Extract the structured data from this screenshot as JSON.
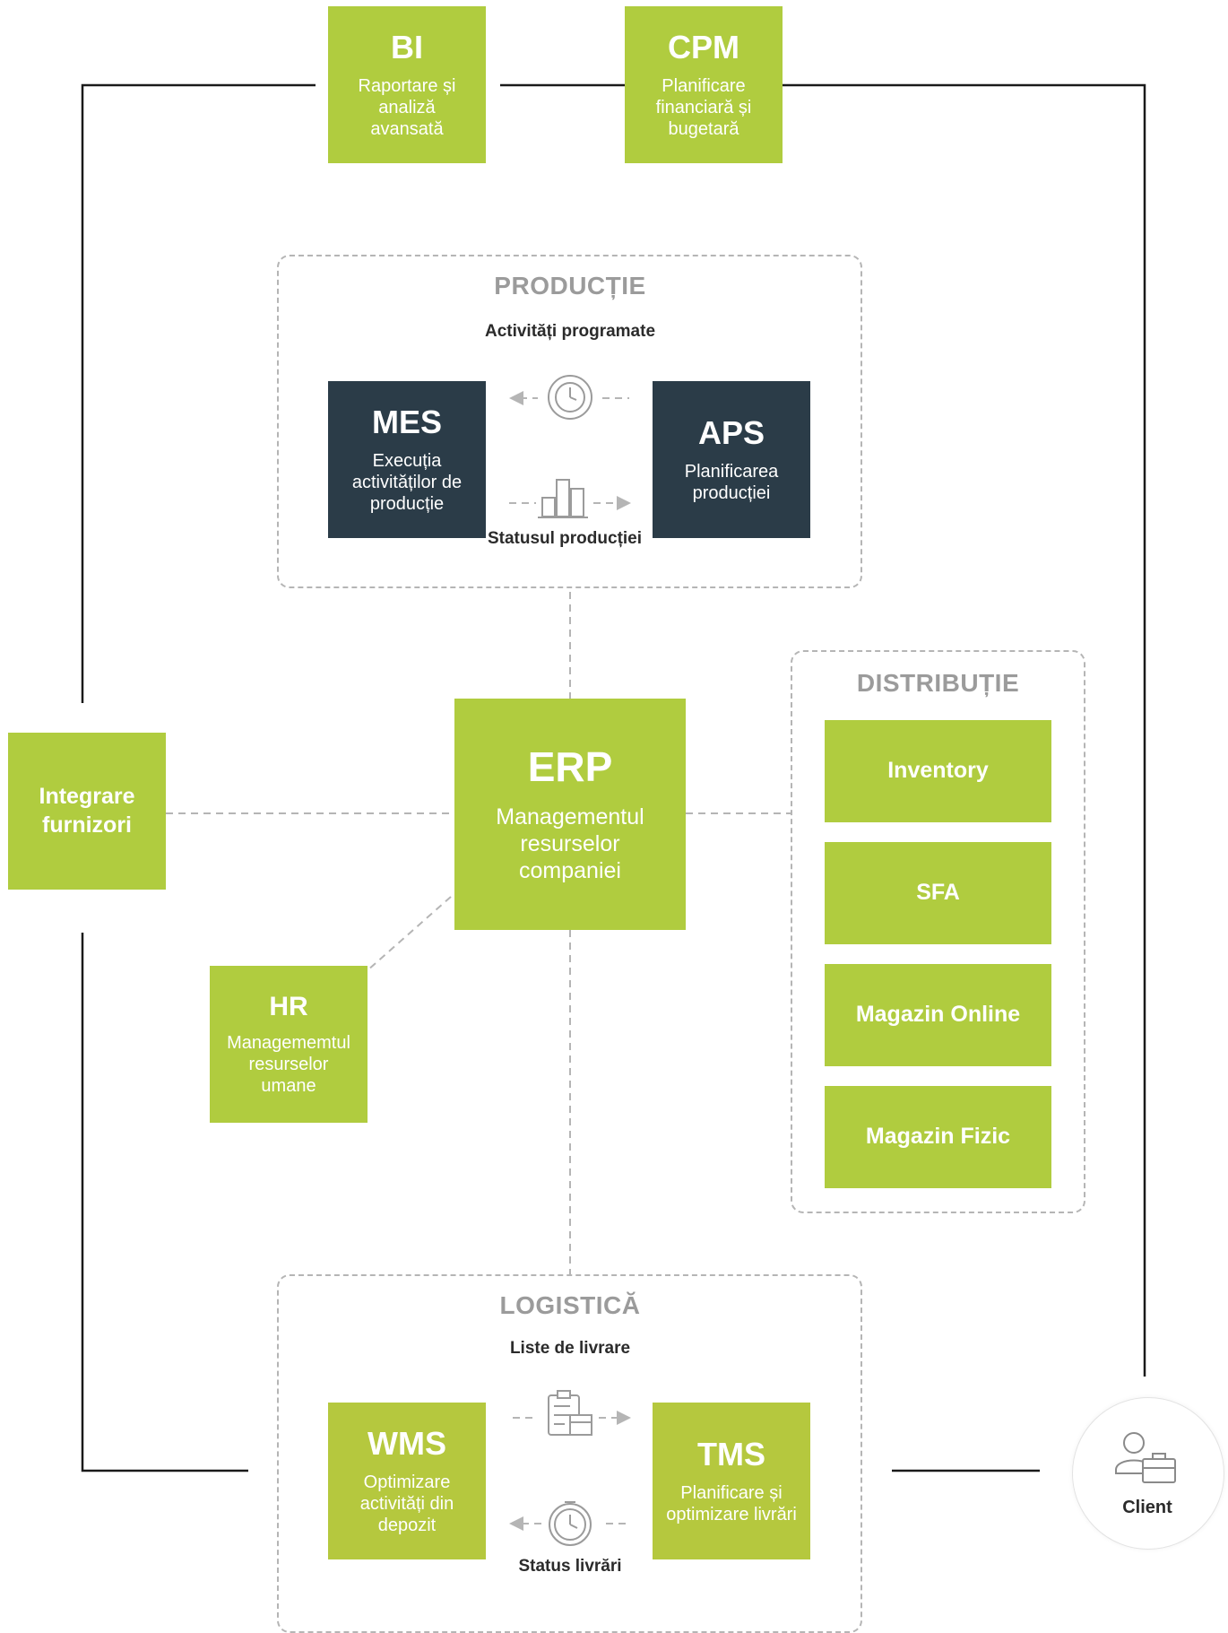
{
  "colors": {
    "green": "#b0cc3f",
    "navy": "#2b3c48",
    "connector": "#1a1a1a",
    "dashed": "#b5b5b5",
    "group_label": "#9b9b9b"
  },
  "bi": {
    "title": "BI",
    "subtitle": "Raportare și analiză avansată"
  },
  "cpm": {
    "title": "CPM",
    "subtitle": "Planificare financiară și bugetară"
  },
  "productie": {
    "label": "PRODUCȚIE",
    "flow_top": "Activități programate",
    "flow_bottom": "Statusul producției",
    "mes": {
      "title": "MES",
      "subtitle": "Execuția activităților de producție"
    },
    "aps": {
      "title": "APS",
      "subtitle": "Planificarea producției"
    }
  },
  "erp": {
    "title": "ERP",
    "subtitle": "Managementul resurselor companiei"
  },
  "integrare": {
    "label": "Integrare furnizori"
  },
  "hr": {
    "title": "HR",
    "subtitle": "Managememtul resurselor umane"
  },
  "distributie": {
    "label": "DISTRIBUȚIE",
    "items": [
      "Inventory",
      "SFA",
      "Magazin Online",
      "Magazin Fizic"
    ]
  },
  "logistica": {
    "label": "LOGISTICĂ",
    "flow_top": "Liste de livrare",
    "flow_bottom": "Status livrări",
    "wms": {
      "title": "WMS",
      "subtitle": "Optimizare activități din depozit"
    },
    "tms": {
      "title": "TMS",
      "subtitle": "Planificare și optimizare livrări"
    }
  },
  "client": {
    "label": "Client",
    "icon": "person-briefcase-icon"
  }
}
